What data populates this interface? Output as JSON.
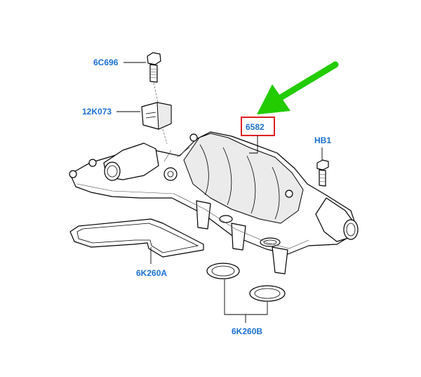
{
  "parts": {
    "bolt": "6C696",
    "sensor": "12K073",
    "manifold": "6582",
    "hose_bolt": "HB1",
    "gasket_left": "6K260A",
    "gasket_right": "6K260B"
  },
  "colors": {
    "label_text": "#1a6fd1",
    "highlight_box": "#e02020",
    "pointer_arrow": "#22cc00"
  },
  "icons": {
    "pointer": "green-arrow-icon"
  }
}
